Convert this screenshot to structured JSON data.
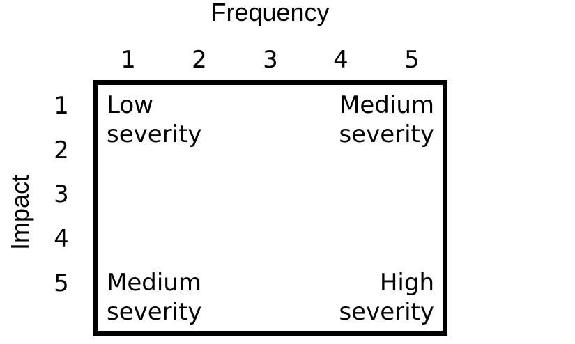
{
  "diagram": {
    "type": "risk-matrix",
    "x_axis": {
      "title": "Frequency",
      "ticks": [
        "1",
        "2",
        "3",
        "4",
        "5"
      ]
    },
    "y_axis": {
      "title": "Impact",
      "ticks": [
        "1",
        "2",
        "3",
        "4",
        "5"
      ]
    },
    "cells": {
      "top_left": "Low\nseverity",
      "top_right": "Medium\nseverity",
      "bottom_left": "Medium\nseverity",
      "bottom_right": "High\nseverity"
    },
    "colors": {
      "text": "#000000",
      "border": "#000000",
      "background": "#ffffff"
    }
  }
}
